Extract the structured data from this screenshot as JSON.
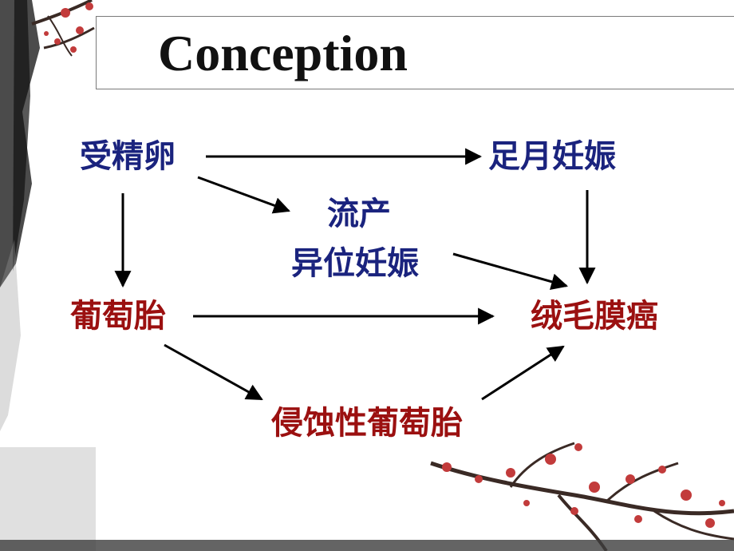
{
  "slide": {
    "title": "Conception",
    "colors": {
      "blue": "#1a237e",
      "red": "#9b1010",
      "arrow": "#000000",
      "blossom": "#c23b3b",
      "branch": "#3a2a25"
    }
  },
  "diagram": {
    "nodes": {
      "fertilized_egg": "受精卵",
      "term_pregnancy": "足月妊娠",
      "miscarriage": "流产",
      "ectopic": "异位妊娠",
      "hydatidiform_mole": "葡萄胎",
      "choriocarcinoma": "绒毛膜癌",
      "invasive_mole": "侵蚀性葡萄胎"
    },
    "edges": [
      {
        "from": "fertilized_egg",
        "to": "term_pregnancy"
      },
      {
        "from": "fertilized_egg",
        "to": "miscarriage"
      },
      {
        "from": "fertilized_egg",
        "to": "hydatidiform_mole"
      },
      {
        "from": "term_pregnancy",
        "to": "choriocarcinoma"
      },
      {
        "from": "ectopic",
        "to": "choriocarcinoma"
      },
      {
        "from": "hydatidiform_mole",
        "to": "choriocarcinoma"
      },
      {
        "from": "hydatidiform_mole",
        "to": "invasive_mole"
      },
      {
        "from": "invasive_mole",
        "to": "choriocarcinoma"
      }
    ]
  }
}
